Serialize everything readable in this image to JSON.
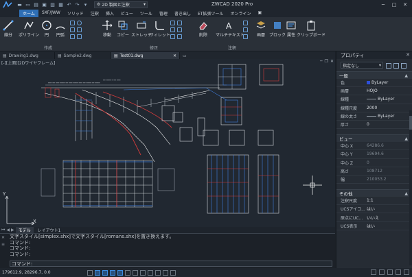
{
  "app": {
    "title": "ZWCAD 2020 Pro",
    "workspace": "2D 製図と注釈"
  },
  "menu": [
    "ホーム",
    "SXF/JWW",
    "ソリッド",
    "注釈",
    "挿入",
    "ビュー",
    "ツール",
    "管理",
    "書き出し",
    "ET拡張ツール",
    "オンライン"
  ],
  "ribbon": {
    "draw": {
      "label": "作成",
      "buttons": [
        "線分",
        "ポリライン",
        "円",
        "円弧"
      ]
    },
    "modify": {
      "label": "修正",
      "buttons": [
        "移動",
        "コピー",
        "ストレッチ",
        "フィレット",
        "削除"
      ]
    },
    "annotation": {
      "label": "注釈",
      "buttons": [
        "マルチテキスト"
      ]
    },
    "other": {
      "buttons": [
        "画層",
        "ブロック",
        "属性",
        "クリップボード"
      ]
    }
  },
  "doc_tabs": [
    "Drawing1.dwg",
    "Sample2.dwg",
    "Test01.dwg"
  ],
  "canvas": {
    "view_label": "[-][上面][2Dワイヤフレーム]",
    "axis_x": "X",
    "axis_y": "Y"
  },
  "model_tabs": [
    "モデル",
    "レイアウト1"
  ],
  "command": {
    "lines": [
      "文字スタイル[simplex.shx]で文字スタイル[romans.shx]を置き換えます。",
      "コマンド:",
      "コマンド:",
      "コマンド:"
    ],
    "prompt": "コマンド:"
  },
  "status": {
    "coords": "179612.9, 28296.7, 0.0"
  },
  "properties": {
    "title": "プロパティ",
    "selection": "指定なし",
    "sections": {
      "general": {
        "title": "一般",
        "rows": [
          {
            "k": "色",
            "v": "ByLayer"
          },
          {
            "k": "画層",
            "v": "HOJO"
          },
          {
            "k": "線種",
            "v": "ByLayer"
          },
          {
            "k": "線種尺度",
            "v": "2000"
          },
          {
            "k": "線の太さ",
            "v": "ByLayer"
          },
          {
            "k": "厚さ",
            "v": "0"
          }
        ]
      },
      "view": {
        "title": "ビュー",
        "rows": [
          {
            "k": "中心 X",
            "v": "64286.6"
          },
          {
            "k": "中心 Y",
            "v": "19694.6"
          },
          {
            "k": "中心 Z",
            "v": "0"
          },
          {
            "k": "高さ",
            "v": "108712"
          },
          {
            "k": "幅",
            "v": "210053.2"
          }
        ]
      },
      "misc": {
        "title": "その他",
        "rows": [
          {
            "k": "注釈尺度",
            "v": "1:1"
          },
          {
            "k": "UCSアイコ...",
            "v": "はい"
          },
          {
            "k": "原点にUC...",
            "v": "いいえ"
          },
          {
            "k": "UCS表示",
            "v": "はい"
          }
        ]
      }
    }
  }
}
